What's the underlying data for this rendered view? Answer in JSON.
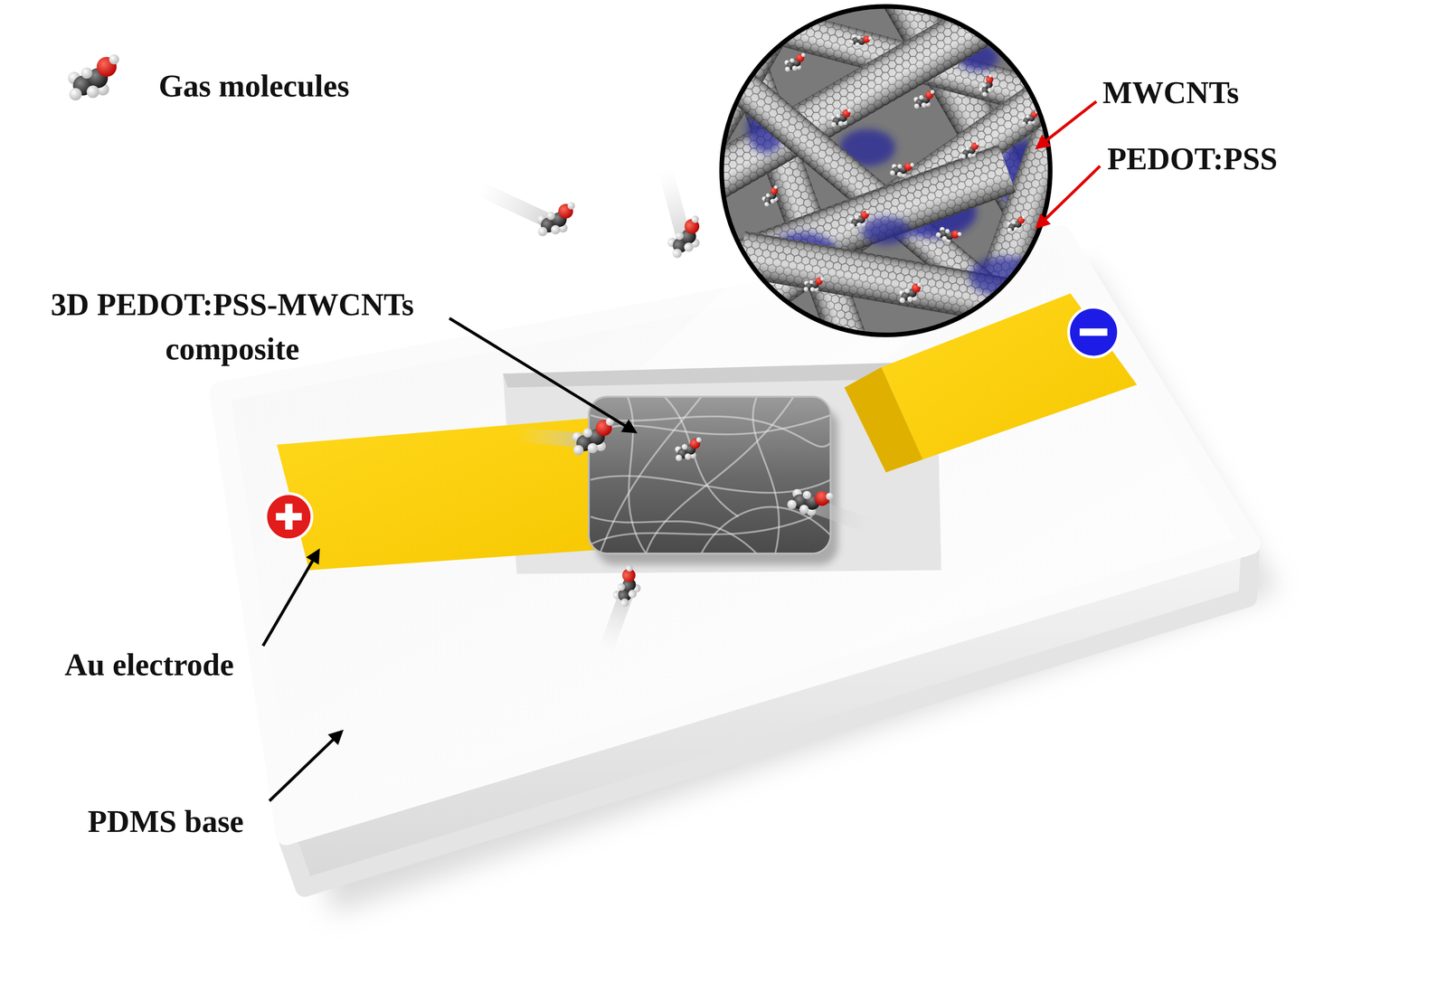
{
  "diagram": {
    "labels": [
      "Gas molecules",
      "MWCNTs",
      "PEDOT:PSS",
      "3D PEDOT:PSS-MWCNTs composite",
      "Au electrode",
      "PDMS base"
    ]
  }
}
